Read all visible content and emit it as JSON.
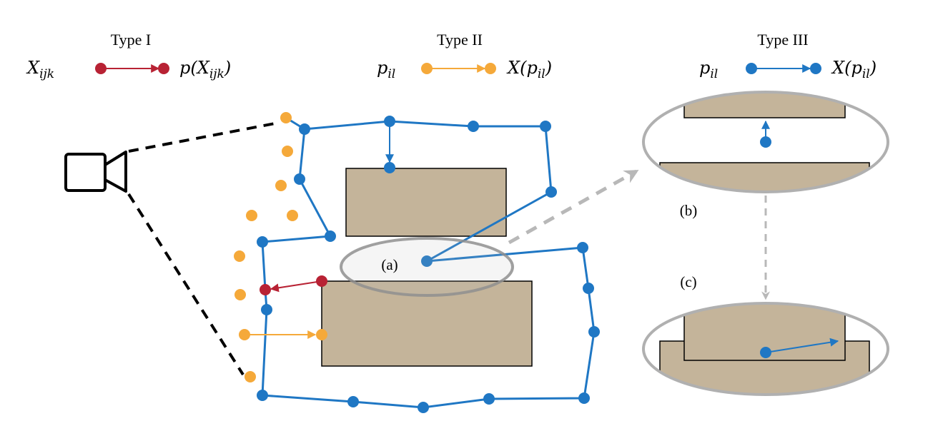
{
  "legend": {
    "type1": {
      "title": "Type I",
      "from_main": "X",
      "from_sub": "ijk",
      "to_main": "p(X",
      "to_sub": "ijk",
      "to_close": ")",
      "color": "#b82234"
    },
    "type2": {
      "title": "Type II",
      "from_main": "p",
      "from_sub": "il",
      "to_main": "X(p",
      "to_sub": "il",
      "to_close": ")",
      "color": "#f5a93a"
    },
    "type3": {
      "title": "Type III",
      "from_main": "p",
      "from_sub": "il",
      "to_main": "X(p",
      "to_sub": "il",
      "to_close": ")",
      "color": "#1f77c4"
    }
  },
  "labels": {
    "a": "(a)",
    "b": "(b)",
    "c": "(c)"
  },
  "icons": {
    "camera": "camera-icon"
  },
  "colors": {
    "obstacle_fill": "#c4b49a",
    "zoom_ellipse": "#a9a9a9",
    "frustum": "#000000",
    "zoom_arrow": "#b8b8b8"
  }
}
